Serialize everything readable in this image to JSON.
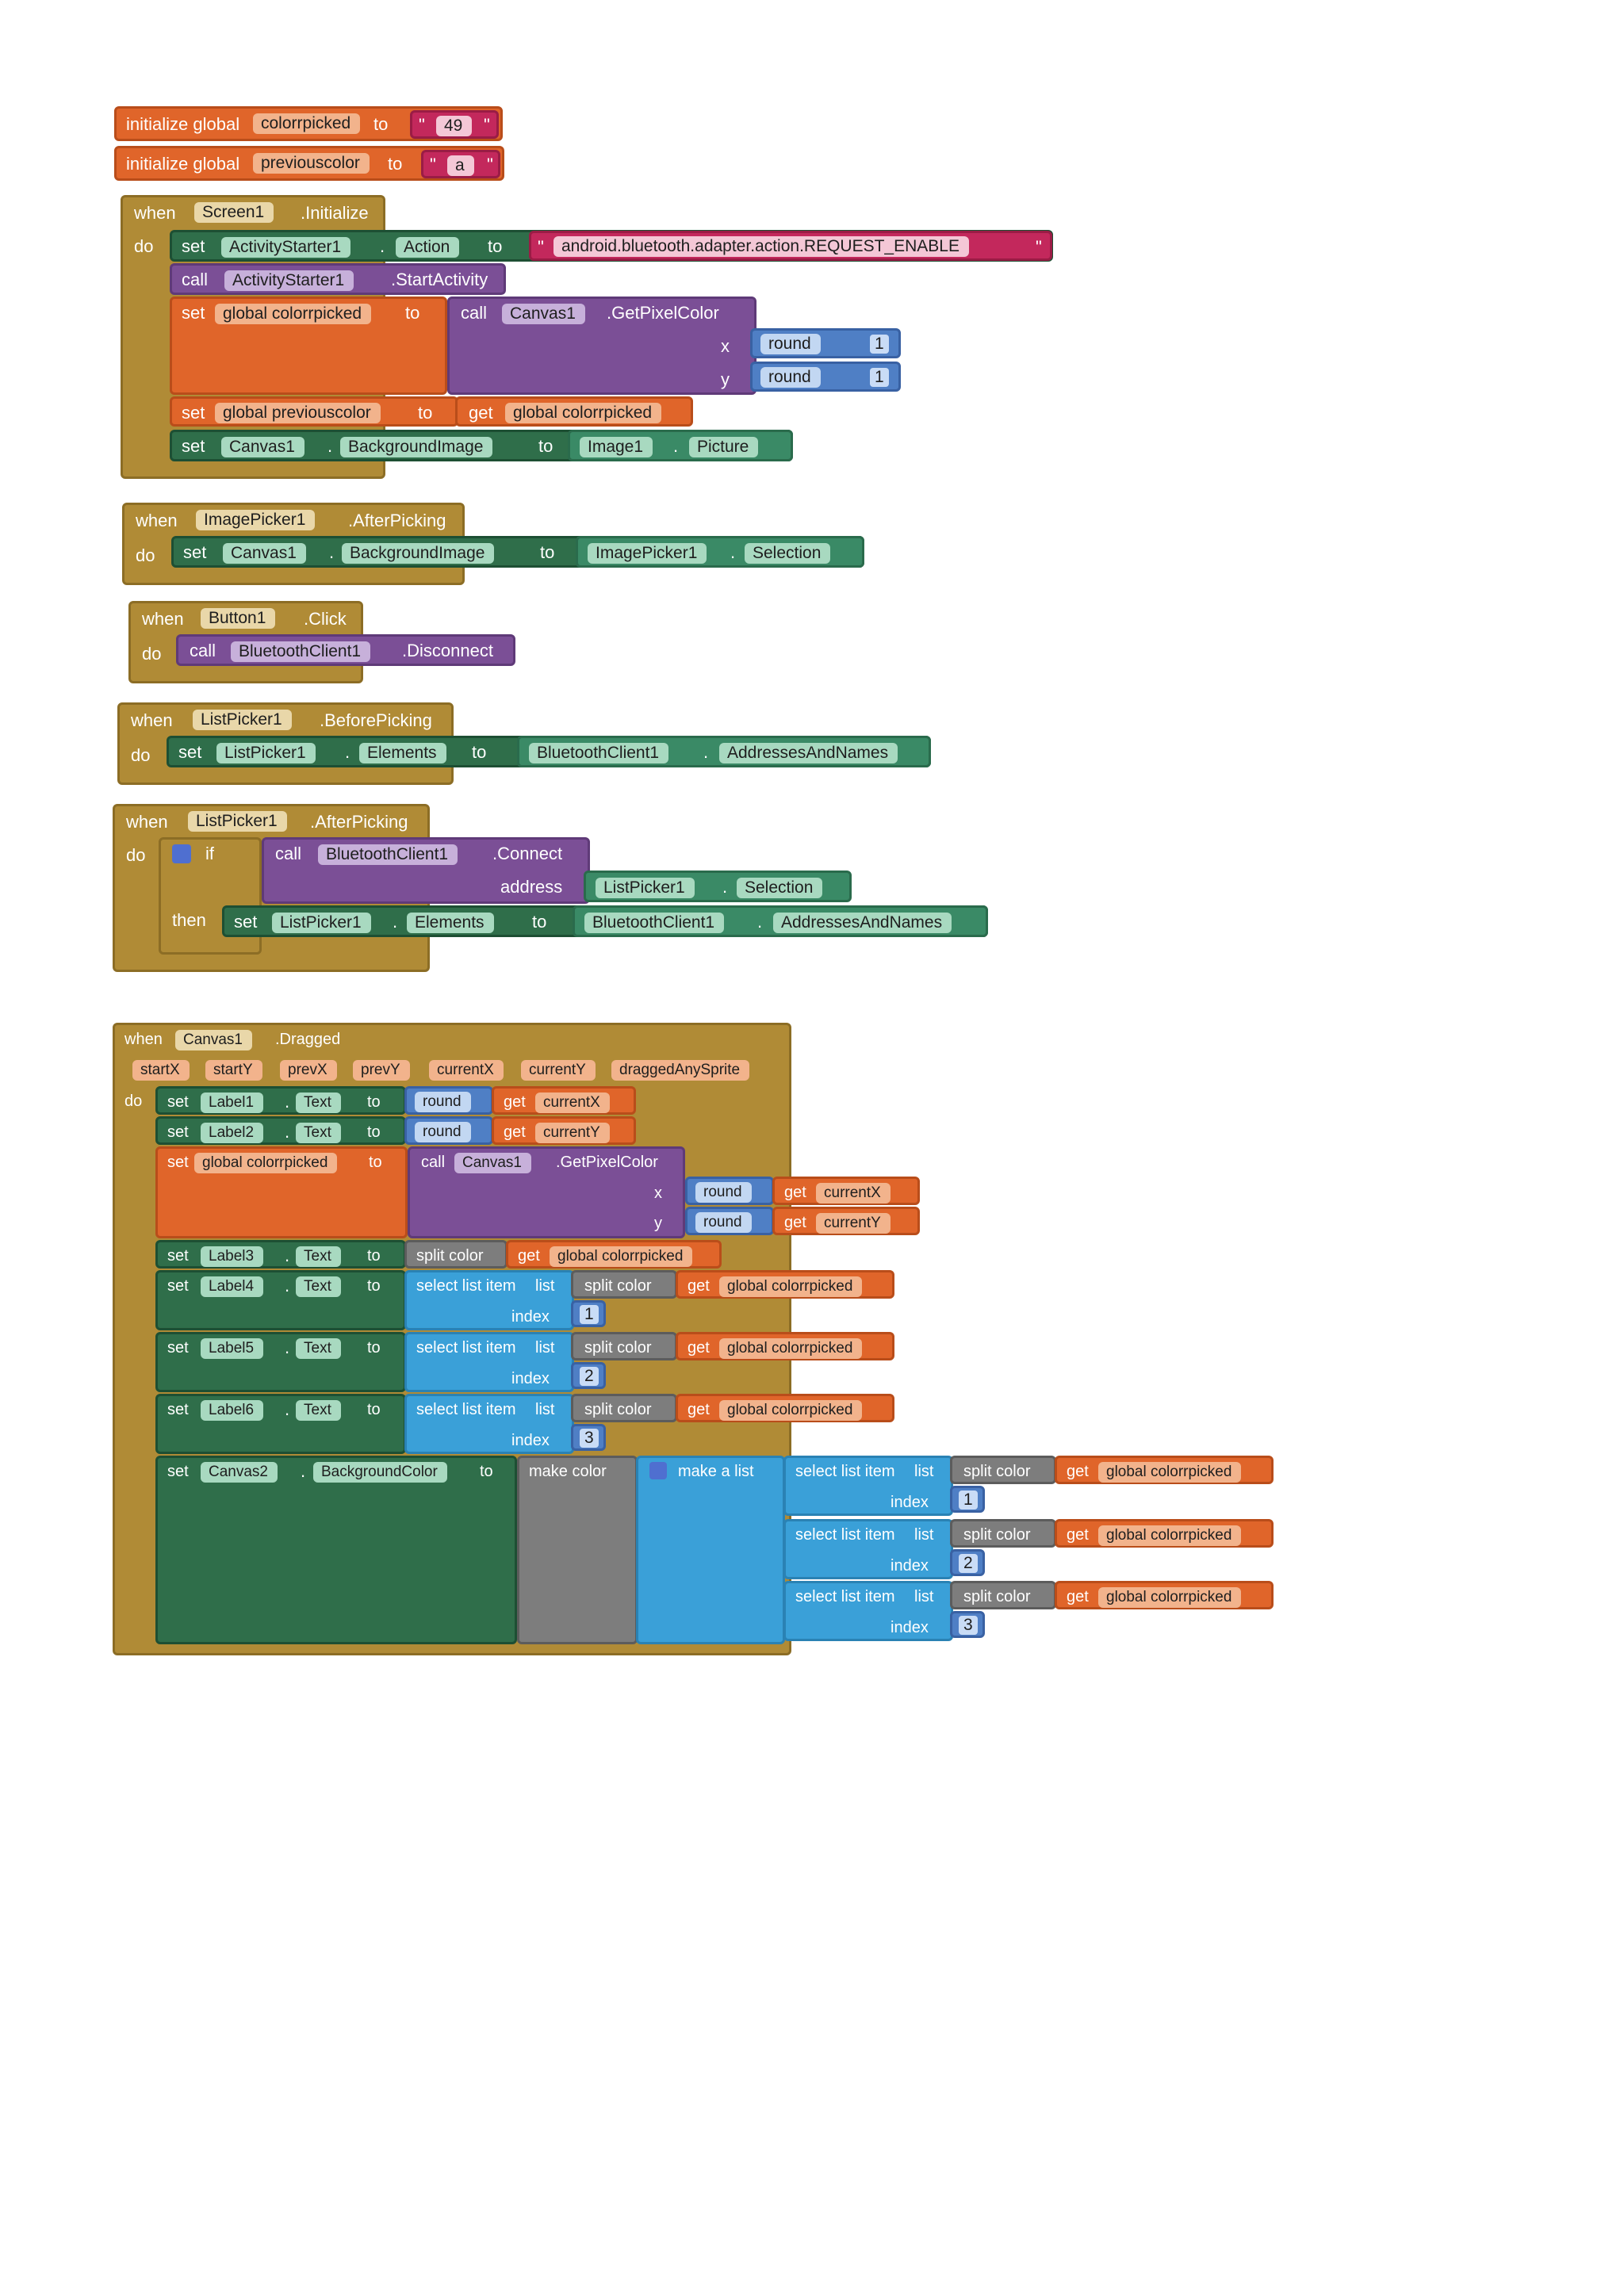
{
  "colors": {
    "event": "#b08b36",
    "setter": "#2f6e4a",
    "component_value": "#3a8a66",
    "variable": "#e0652a",
    "procedure": "#7b4f96",
    "math": "#4f7fc5",
    "list": "#3aa0d8",
    "color": "#7d7d7d",
    "text": "#c3285c",
    "background": "#ffffff"
  },
  "globals": [
    {
      "kw_init": "initialize global",
      "name": "colorrpicked",
      "to": "to",
      "value": "49"
    },
    {
      "kw_init": "initialize global",
      "name": "previouscolor",
      "to": "to",
      "value": "a"
    }
  ],
  "kw": {
    "when": "when",
    "do": "do",
    "set": "set",
    "call": "call",
    "to": "to",
    "get": "get",
    "x": "x",
    "y": "y",
    "round": "round",
    "if": "if",
    "then": "then",
    "address": "address",
    "index": "index",
    "list": "list",
    "select_list_item": "select list item",
    "split_color": "split color",
    "make_color": "make color",
    "make_a_list": "make a list",
    "dot": ".",
    "quote": "\""
  },
  "screen_init": {
    "component": "Screen1",
    "event": ".Initialize",
    "activity": "ActivityStarter1",
    "prop_action": "Action",
    "action_value": "android.bluetooth.adapter.action.REQUEST_ENABLE",
    "method_start": ".StartActivity",
    "var_colorpicked": "global colorrpicked",
    "canvas": "Canvas1",
    "method_getpixel": ".GetPixelColor",
    "num1": "1",
    "num2": "1",
    "var_previous": "global previouscolor",
    "get_colorpicked": "global colorrpicked",
    "canvas2": "Canvas1",
    "prop_bg": "BackgroundImage",
    "image": "Image1",
    "prop_picture": "Picture"
  },
  "imagepicker": {
    "component": "ImagePicker1",
    "event": ".AfterPicking",
    "canvas": "Canvas1",
    "prop_bg": "BackgroundImage",
    "picker": "ImagePicker1",
    "prop_selection": "Selection"
  },
  "button_click": {
    "component": "Button1",
    "event": ".Click",
    "bt": "BluetoothClient1",
    "method": ".Disconnect"
  },
  "lp_before": {
    "component": "ListPicker1",
    "event": ".BeforePicking",
    "lp": "ListPicker1",
    "prop_elements": "Elements",
    "bt": "BluetoothClient1",
    "prop_addr": "AddressesAndNames"
  },
  "lp_after": {
    "component": "ListPicker1",
    "event": ".AfterPicking",
    "bt": "BluetoothClient1",
    "method": ".Connect",
    "lp": "ListPicker1",
    "prop_selection": "Selection",
    "lp2": "ListPicker1",
    "prop_elements": "Elements",
    "bt2": "BluetoothClient1",
    "prop_addr": "AddressesAndNames"
  },
  "dragged": {
    "component": "Canvas1",
    "event": ".Dragged",
    "params": [
      "startX",
      "startY",
      "prevX",
      "prevY",
      "currentX",
      "currentY",
      "draggedAnySprite"
    ],
    "label1": "Label1",
    "label2": "Label2",
    "label3": "Label3",
    "label4": "Label4",
    "label5": "Label5",
    "label6": "Label6",
    "prop_text": "Text",
    "get_currentX": "currentX",
    "get_currentY": "currentY",
    "var_colorpicked": "global colorrpicked",
    "canvas": "Canvas1",
    "method_getpixel": ".GetPixelColor",
    "get_colorpicked": "global colorrpicked",
    "idx1": "1",
    "idx2": "2",
    "idx3": "3",
    "canvas2": "Canvas2",
    "prop_bgcolor": "BackgroundColor"
  }
}
